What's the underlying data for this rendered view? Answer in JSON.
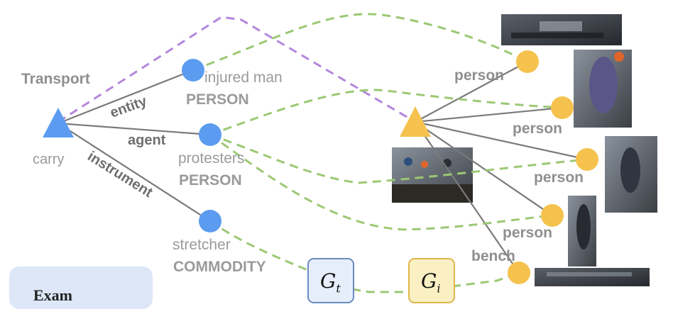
{
  "text_event": {
    "event_type": "Transport",
    "trigger": "carry",
    "roles": [
      {
        "role": "entity",
        "word": "injured man",
        "type": "PERSON"
      },
      {
        "role": "agent",
        "word": "protesters",
        "type": "PERSON"
      },
      {
        "role": "instrument",
        "word": "stretcher",
        "type": "COMMODITY"
      }
    ]
  },
  "image_event": {
    "arguments": [
      "person",
      "person",
      "person",
      "person",
      "bench"
    ]
  },
  "graphs": {
    "text_graph": "G",
    "text_sub": "t",
    "image_graph": "G",
    "image_sub": "i"
  },
  "example_box": {
    "label": "Exam"
  },
  "colors": {
    "text_node": "#5c9cf0",
    "image_node": "#f5c24e",
    "edge": "#7a7a7a",
    "event_alignment": "#b487dc",
    "argument_alignment": "#9cc874"
  }
}
